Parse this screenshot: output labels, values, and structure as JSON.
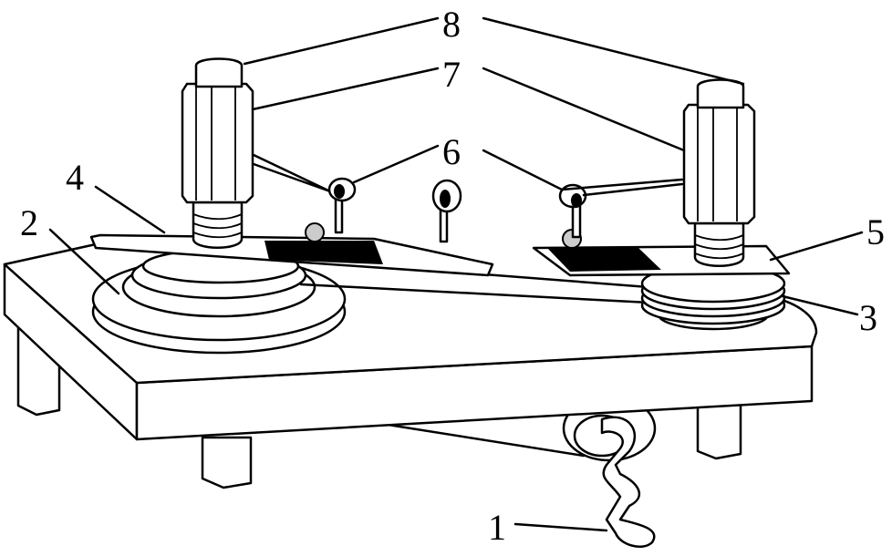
{
  "diagram": {
    "labels": {
      "crank": "1",
      "large_pulley": "2",
      "small_pulley": "3",
      "left_slide": "4",
      "right_slide": "5",
      "pointer": "6",
      "cylinder": "7",
      "cap": "8"
    },
    "colors": {
      "line": "#000000",
      "background": "#ffffff"
    }
  }
}
